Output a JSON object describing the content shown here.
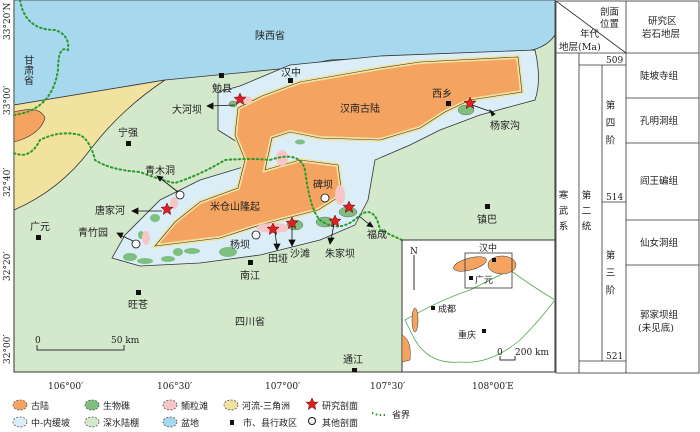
{
  "map": {
    "provinces": {
      "shaanxi": "陕西省",
      "gansu": "甘肃省",
      "sichuan": "四川省"
    },
    "regions": {
      "hannan": "汉南古陆",
      "micangshan": "米仓山隆起"
    },
    "cities": [
      "勉县",
      "汉中",
      "西乡",
      "宁强",
      "广元",
      "南江",
      "旺苍",
      "镇巴",
      "通江"
    ],
    "sections": [
      "大河坝",
      "杨家沟",
      "青木洞",
      "唐家河",
      "青竹园",
      "杨坝",
      "碑坝",
      "田垭",
      "沙滩",
      "朱家坝",
      "福成"
    ],
    "lat_ticks": [
      "33°20′N",
      "33°00′",
      "32°40′",
      "32°20′",
      "32°00′"
    ],
    "lon_ticks": [
      "106°00′",
      "106°30′",
      "107°00′",
      "107°30′",
      "108°00′E"
    ],
    "scale": {
      "zero": "0",
      "label": "50 km"
    }
  },
  "inset": {
    "north": "N",
    "cities": [
      "汉中",
      "广元",
      "成都",
      "重庆"
    ],
    "scale_zero": "0",
    "scale_label": "200 km"
  },
  "table": {
    "header_top": "剖面\n位置",
    "header_top1": "剖面",
    "header_top2": "位置",
    "header_left1": "年代",
    "header_left2": "地层(Ma)",
    "header_right1": "研究区",
    "header_right2": "岩石地层",
    "system": "寒武系",
    "series": "第二统",
    "stage4": "第四阶",
    "stage3": "第三阶",
    "ages": [
      "509",
      "514",
      "521"
    ],
    "formations": [
      "陡坡寺组",
      "孔明洞组",
      "阎王碥组",
      "仙女洞组",
      "郭家坝组",
      "(未见底)"
    ]
  },
  "legend": [
    {
      "label": "古陆",
      "color": "#f4a460"
    },
    {
      "label": "生物礁",
      "color": "#7fbf7f"
    },
    {
      "label": "鲕粒滩",
      "color": "#f7c6c7"
    },
    {
      "label": "河流-三角洲",
      "color": "#f2e2a0"
    },
    {
      "label": "研究剖面"
    },
    {
      "label": "省界"
    },
    {
      "label": "中-内缓坡",
      "color": "#dbeef8"
    },
    {
      "label": "深水陆棚",
      "color": "#d4e8cc"
    },
    {
      "label": "盆地",
      "color": "#a8d8ee"
    },
    {
      "label": "市、县行政区"
    },
    {
      "label": "其他剖面"
    }
  ]
}
